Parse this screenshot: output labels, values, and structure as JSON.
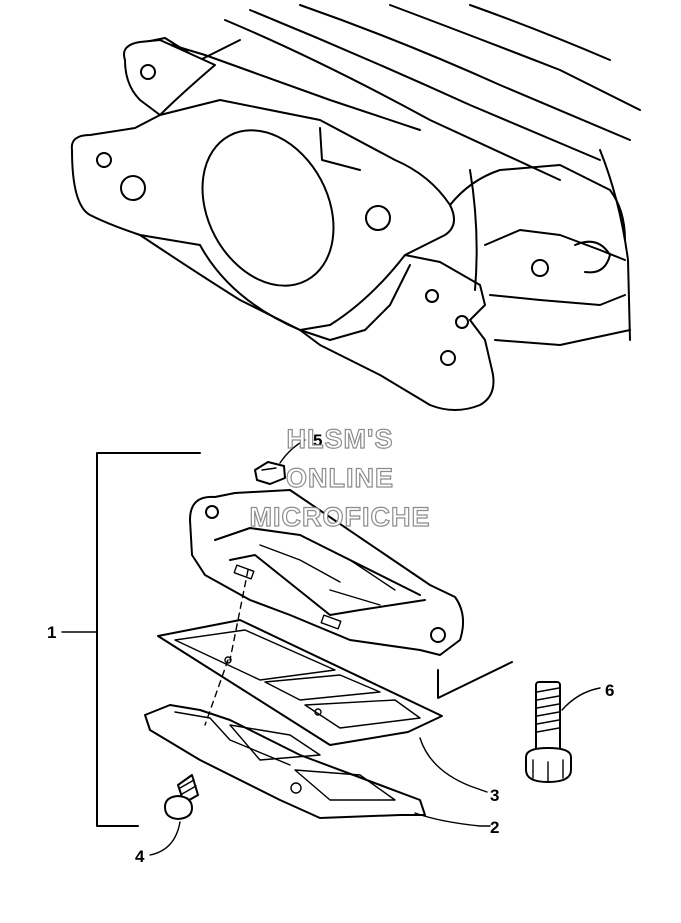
{
  "diagram": {
    "callouts": [
      {
        "id": "1",
        "label": "1"
      },
      {
        "id": "2",
        "label": "2"
      },
      {
        "id": "3",
        "label": "3"
      },
      {
        "id": "4",
        "label": "4"
      },
      {
        "id": "5",
        "label": "5"
      },
      {
        "id": "6",
        "label": "6"
      }
    ],
    "watermark": [
      "HLSM'S",
      "ONLINE",
      "MICROFICHE"
    ]
  }
}
